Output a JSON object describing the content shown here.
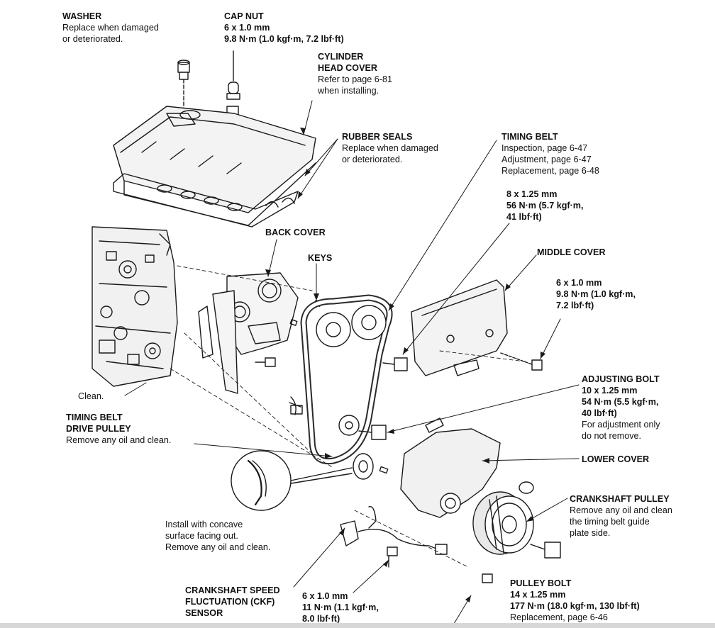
{
  "labels": {
    "washer": {
      "title": "WASHER",
      "notes": [
        "Replace when damaged",
        "or deteriorated."
      ]
    },
    "cap_nut": {
      "title": "CAP NUT",
      "specs": [
        "6 x 1.0 mm",
        "9.8 N·m (1.0 kgf·m, 7.2 lbf·ft)"
      ]
    },
    "cylinder_head_cover": {
      "titles": [
        "CYLINDER",
        "HEAD COVER"
      ],
      "notes": [
        "Refer to page 6-81",
        "when installing."
      ]
    },
    "rubber_seals": {
      "title": "RUBBER SEALS",
      "notes": [
        "Replace when damaged",
        "or deteriorated."
      ]
    },
    "timing_belt": {
      "title": "TIMING BELT",
      "notes": [
        "Inspection, page 6-47",
        "Adjustment, page 6-47",
        "Replacement, page 6-48"
      ]
    },
    "bolt_8x125": {
      "specs": [
        "8 x 1.25 mm",
        "56 N·m (5.7 kgf·m,",
        "41 lbf·ft)"
      ]
    },
    "back_cover": {
      "title": "BACK COVER"
    },
    "keys": {
      "title": "KEYS"
    },
    "middle_cover": {
      "title": "MIDDLE COVER"
    },
    "bolt_6x10_right": {
      "specs": [
        "6 x 1.0 mm",
        "9.8 N·m (1.0 kgf·m,",
        "7.2 lbf·ft)"
      ]
    },
    "adjusting_bolt": {
      "title": "ADJUSTING BOLT",
      "specs": [
        "10 x 1.25 mm",
        "54 N·m (5.5 kgf·m,",
        "40 lbf·ft)"
      ],
      "notes": [
        "For adjustment only",
        "do not remove."
      ]
    },
    "clean": {
      "text": "Clean."
    },
    "timing_belt_drive_pulley": {
      "titles": [
        "TIMING BELT",
        "DRIVE PULLEY"
      ],
      "notes": [
        "Remove any oil and clean."
      ]
    },
    "lower_cover": {
      "title": "LOWER COVER"
    },
    "crankshaft_pulley": {
      "title": "CRANKSHAFT PULLEY",
      "notes": [
        "Remove any oil and clean",
        "the timing belt guide",
        "plate side."
      ]
    },
    "install_note": {
      "notes": [
        "Install with concave",
        "surface facing out.",
        "Remove any oil and clean."
      ]
    },
    "ckf_sensor": {
      "titles": [
        "CRANKSHAFT SPEED",
        "FLUCTUATION (CKF)",
        "SENSOR"
      ]
    },
    "bolt_6x10_bottom": {
      "specs": [
        "6 x 1.0 mm",
        "11 N·m (1.1 kgf·m,",
        "8.0 lbf·ft)"
      ]
    },
    "pulley_bolt": {
      "title": "PULLEY BOLT",
      "specs": [
        "14 x 1.25 mm",
        "177 N·m (18.0 kgf·m, 130 lbf·ft)"
      ],
      "notes": [
        "Replacement, page 6-46"
      ]
    }
  }
}
